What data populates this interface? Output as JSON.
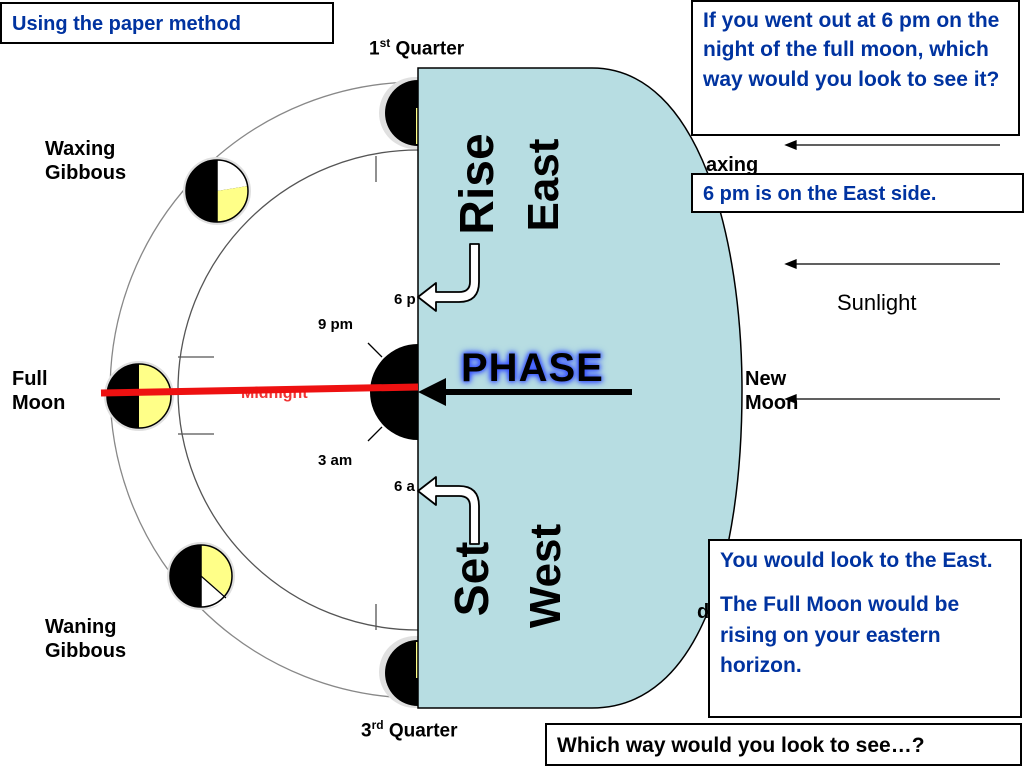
{
  "title_box": "Using the paper method",
  "question_box": "If you went out at 6 pm on the night of the full moon, which way would you look to see it?",
  "answer_box_1": "6 pm is on the East side.",
  "answer_box_2": {
    "line1": "You would look to the East.",
    "line2": "The Full Moon would be rising on your eastern horizon."
  },
  "bottom_box": "Which way would you look to see…?",
  "moon_phases": {
    "first_quarter": {
      "base": "1",
      "sup": "st",
      "rest": " Quarter"
    },
    "third_quarter": {
      "base": "3",
      "sup": "rd",
      "rest": " Quarter"
    },
    "waxing_gibbous": "Waxing\nGibbous",
    "waning_gibbous": "Waning\nGibbous",
    "full_moon": "Full\nMoon",
    "new_moon": "New\nMoon",
    "waxing_crescent_partial": "axing",
    "waning_crescent_partial": "d"
  },
  "earth_times": {
    "six_pm_partial": "6 p",
    "nine_pm": "9 pm",
    "midnight": "Midnight",
    "three_am": "3 am",
    "six_am_partial": "6 a"
  },
  "paper_labels": {
    "rise": "Rise",
    "east": "East",
    "set": "Set",
    "west": "West",
    "phase": "PHASE"
  },
  "sunlight": "Sunlight",
  "colors": {
    "paper_fill": "#b7dde2",
    "moon_lit": "#ffff88",
    "moon_dark": "#000000",
    "box_text": "#0033a0",
    "red_line": "#ee1111"
  }
}
